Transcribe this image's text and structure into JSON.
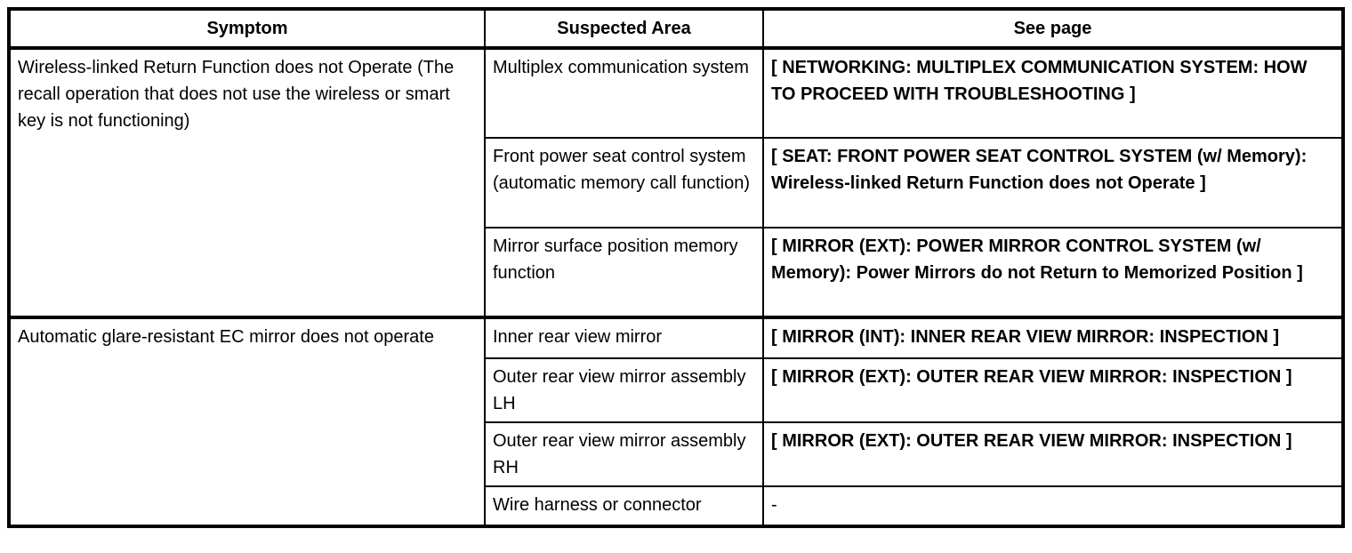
{
  "table": {
    "headers": {
      "symptom": "Symptom",
      "suspected_area": "Suspected Area",
      "see_page": "See page"
    },
    "groups": [
      {
        "symptom": "Wireless-linked Return Function does not Operate (The recall operation that does not use the wireless or smart key is not functioning)",
        "rows": [
          {
            "suspected_area": "Multiplex communication system",
            "see_page": "[ NETWORKING: MULTIPLEX COMMUNICATION SYSTEM: HOW TO PROCEED WITH TROUBLESHOOTING ]",
            "see_page_bold": true
          },
          {
            "suspected_area": "Front power seat control system (automatic memory call function)",
            "see_page": "[ SEAT: FRONT POWER SEAT CONTROL SYSTEM (w/ Memory): Wireless-linked Return Function does not Operate ]",
            "see_page_bold": true
          },
          {
            "suspected_area": "Mirror surface position memory function",
            "see_page": "[ MIRROR (EXT): POWER MIRROR CONTROL SYSTEM (w/ Memory): Power Mirrors do not Return to Memorized Position ]",
            "see_page_bold": true
          }
        ]
      },
      {
        "symptom": "Automatic glare-resistant EC mirror does not operate",
        "rows": [
          {
            "suspected_area": "Inner rear view mirror",
            "see_page": "[ MIRROR (INT): INNER REAR VIEW MIRROR: INSPECTION ]",
            "see_page_bold": true
          },
          {
            "suspected_area": "Outer rear view mirror assembly LH",
            "see_page": "[ MIRROR (EXT): OUTER REAR VIEW MIRROR: INSPECTION ]",
            "see_page_bold": true
          },
          {
            "suspected_area": "Outer rear view mirror assembly RH",
            "see_page": "[ MIRROR (EXT): OUTER REAR VIEW MIRROR: INSPECTION ]",
            "see_page_bold": true
          },
          {
            "suspected_area": "Wire harness or connector",
            "see_page": "-",
            "see_page_bold": false
          }
        ]
      }
    ],
    "row_heights": [
      [
        101,
        101,
        101
      ],
      [
        46,
        72,
        72,
        45
      ]
    ],
    "colors": {
      "border": "#000000",
      "text": "#000000",
      "background": "#ffffff"
    }
  }
}
